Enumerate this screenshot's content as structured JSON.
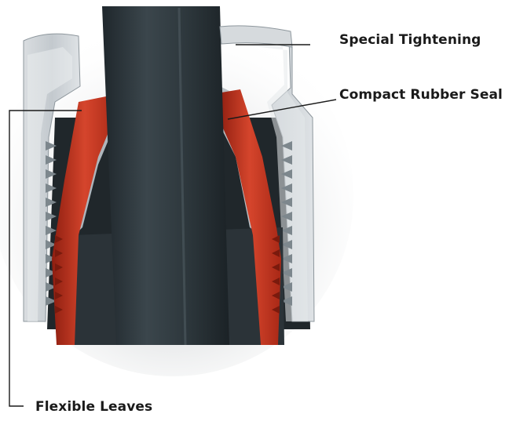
{
  "labels": {
    "special_tightening": "Special Tightening",
    "compact_rubber_seal": "Compact Rubber Seal",
    "flexible_leaves": "Flexible Leaves"
  },
  "colors": {
    "housing": "#c9ced3",
    "housing_shadow": "#7f8a92",
    "cable": "#2b3338",
    "leaves_red": "#c8321d",
    "seal_gray": "#b7bec4",
    "leader_line": "#1a1a1a"
  }
}
